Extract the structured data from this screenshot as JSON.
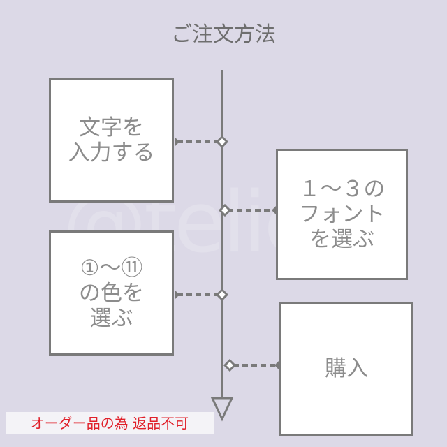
{
  "title": "ご注文方法",
  "steps": [
    {
      "label": "文字を\n入力する"
    },
    {
      "label": "１～３の\nフォント\nを選ぶ"
    },
    {
      "label": "①～⑪\nの色を\n選ぶ"
    },
    {
      "label": "購入"
    }
  ],
  "note": "オーダー品の為 返品不可",
  "watermark": "@telier",
  "colors": {
    "background": "#dcd9e7",
    "line": "#7a7a7a",
    "note_text": "#e0202a"
  }
}
